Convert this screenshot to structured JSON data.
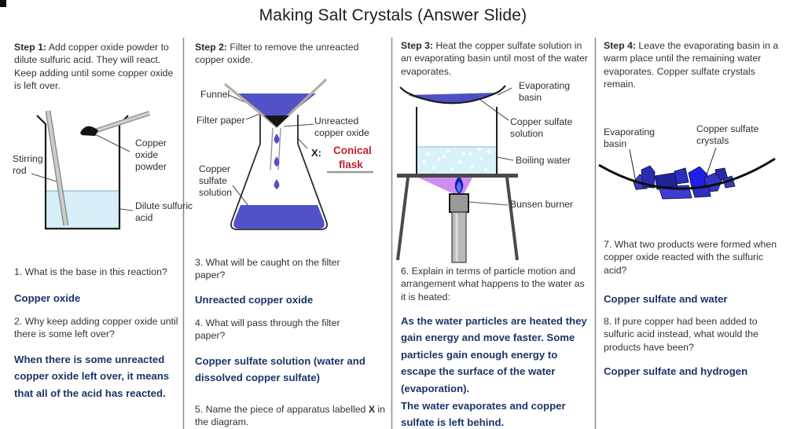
{
  "title": "Making Salt Crystals (Answer Slide)",
  "colors": {
    "answer_blue": "#1b3566",
    "handwritten_red": "#c2212a",
    "solution_blue": "#5152c8",
    "dilute_acid_blue": "#d6eff8",
    "flame_purple": "#d08cf0",
    "crystal_blue": "#2a2ac0"
  },
  "columns": {
    "c1": {
      "step_label": "Step 1:",
      "step_text": " Add copper oxide powder to dilute sulfuric acid. They will react. Keep adding until some copper oxide is left over.",
      "labels": {
        "stirring_rod": "Stirring rod",
        "copper_oxide_powder": "Copper oxide powder",
        "dilute_acid": "Dilute sulfuric acid"
      },
      "q1": "1. What is the base in this reaction?",
      "a1": "Copper oxide",
      "q2": "2. Why keep adding copper oxide until there is some left over?",
      "a2": "When there is some unreacted copper oxide left over, it means that all of the acid has reacted."
    },
    "c2": {
      "step_label": "Step 2:",
      "step_text": " Filter to remove the unreacted copper oxide.",
      "labels": {
        "funnel": "Funnel",
        "filter_paper": "Filter paper",
        "unreacted": "Unreacted copper oxide",
        "x_prefix": "X:",
        "x_answer_line1": "Conical",
        "x_answer_line2": "flask",
        "solution": "Copper sulfate solution"
      },
      "q3": "3. What will be caught on the filter paper?",
      "a3": "Unreacted copper oxide",
      "q4": "4. What will pass through the filter paper?",
      "a4": "Copper sulfate solution (water and dissolved copper sulfate)",
      "q5_pre": "5. Name the piece of apparatus labelled ",
      "q5_x": "X",
      "q5_post": " in the diagram."
    },
    "c3": {
      "step_label": "Step 3:",
      "step_text": " Heat the copper sulfate solution in an evaporating basin until most of the water evaporates.",
      "labels": {
        "evaporating_basin": "Evaporating basin",
        "solution": "Copper sulfate solution",
        "boiling_water": "Boiling water",
        "bunsen_burner": "Bunsen burner"
      },
      "q6": "6. Explain in terms of particle motion and arrangement what happens to the water as it is heated:",
      "a6": "As the water particles are heated they gain energy and move faster. Some particles gain enough energy to escape the surface of the water (evaporation).",
      "a6b": "The water evaporates and copper sulfate is left behind."
    },
    "c4": {
      "step_label": "Step 4:",
      "step_text": " Leave the evaporating basin in a warm place until the remaining water evaporates. Copper sulfate crystals remain.",
      "labels": {
        "evaporating_basin": "Evaporating basin",
        "crystals": "Copper sulfate crystals"
      },
      "q7": "7. What two products were formed when copper oxide reacted with the sulfuric acid?",
      "a7": "Copper sulfate and water",
      "q8": "8. If pure copper had been added to sulfuric acid instead, what would the products have been?",
      "a8": "Copper sulfate and hydrogen"
    }
  }
}
